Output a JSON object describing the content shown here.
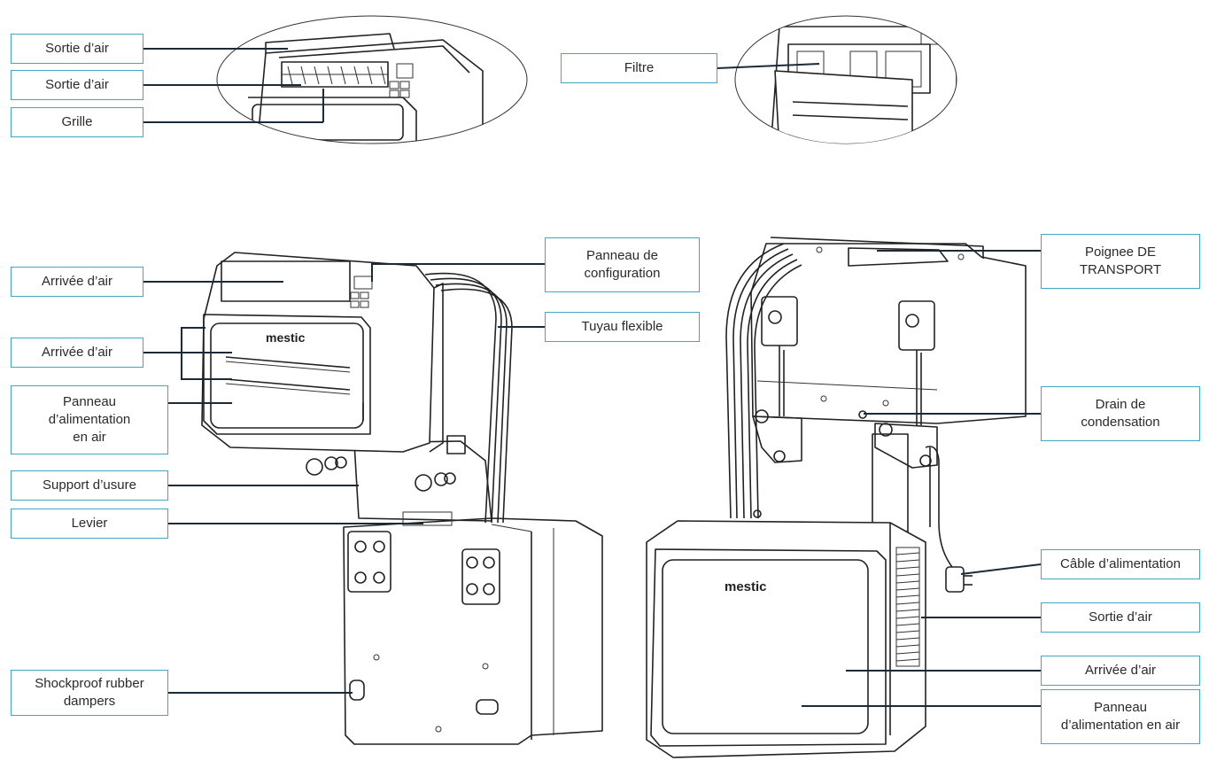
{
  "brand": "mestic",
  "labels": {
    "sortie_air_1": "Sortie d’air",
    "sortie_air_2": "Sortie d’air",
    "grille": "Grille",
    "filtre": "Filtre",
    "arrivee_air_1": "Arrivée d’air",
    "arrivee_air_2": "Arrivée d’air",
    "panneau_alim_left": "Panneau\nd’alimentation\nen air",
    "support_usure": "Support d’usure",
    "levier": "Levier",
    "shockproof": "Shockproof rubber\ndampers",
    "panneau_config": "Panneau de\nconfiguration",
    "tuyau_flexible": "Tuyau flexible",
    "poignee": "Poignee DE\nTRANSPORT",
    "drain": "Drain de\ncondensation",
    "cable": "Câble d’alimentation",
    "sortie_air_right": "Sortie d’air",
    "arrivee_air_right": "Arrivée d’air",
    "panneau_alim_right": "Panneau\nd’alimentation en air"
  },
  "colors": {
    "label_border": "#3fa7c4",
    "leader_line": "#1c2a38",
    "drawing": "#222222"
  }
}
